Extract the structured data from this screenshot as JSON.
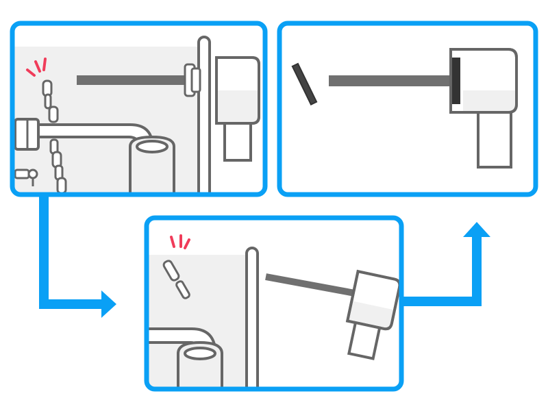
{
  "diagram": {
    "panels": [
      {
        "id": "step-1",
        "description_visible_text": ""
      },
      {
        "id": "step-2",
        "description_visible_text": ""
      },
      {
        "id": "step-3",
        "description_visible_text": ""
      }
    ],
    "icons": [
      "chain-icon",
      "pipe-icon",
      "bolt-icon",
      "wrench-icon",
      "broken-link-icon",
      "alert-marks-icon"
    ]
  },
  "colors": {
    "frame": "#0aa0f5",
    "stroke": "#666666",
    "fill_light": "#f0f0f0",
    "fill_white": "#ffffff",
    "rod": "#707070",
    "alert": "#f03c5a",
    "dark_washer": "#333333"
  }
}
